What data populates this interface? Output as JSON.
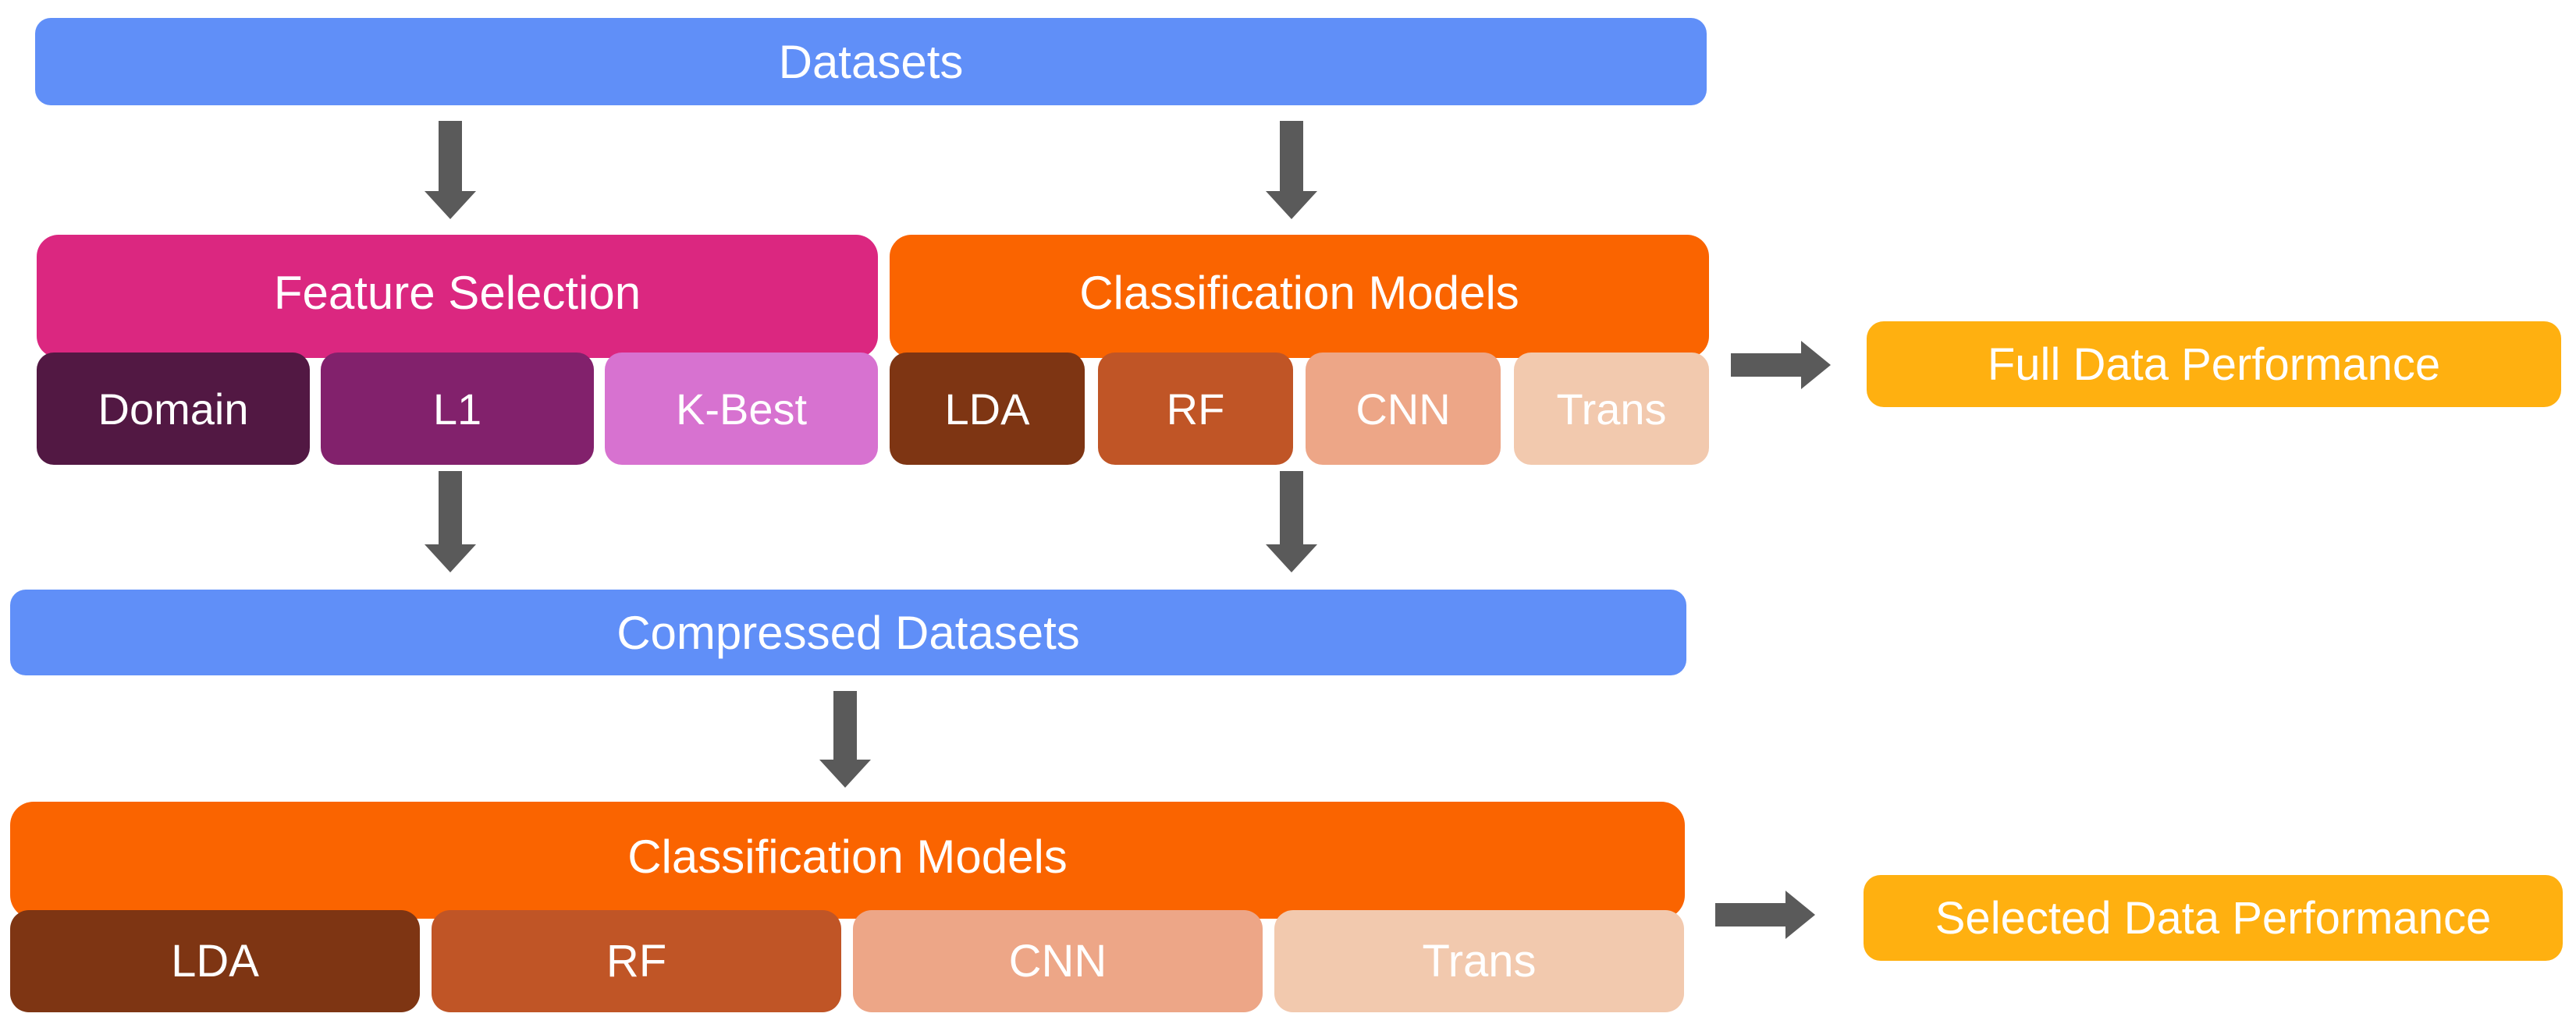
{
  "flow": {
    "datasets": "Datasets",
    "feature_selection": {
      "title": "Feature Selection",
      "methods": [
        "Domain",
        "L1",
        "K-Best"
      ]
    },
    "classification_models": {
      "title": "Classification Models",
      "models": [
        "LDA",
        "RF",
        "CNN",
        "Trans"
      ]
    },
    "full_data_performance": "Full Data Performance",
    "compressed_datasets": "Compressed Datasets",
    "classification_models_compressed": {
      "title": "Classification Models",
      "models": [
        "LDA",
        "RF",
        "CNN",
        "Trans"
      ]
    },
    "selected_data_performance": "Selected Data Performance"
  },
  "colors": {
    "background": "#FFFFFF",
    "text": "#FFFFFF",
    "arrow": "#5A5A5A",
    "datasets_bar": "#608FF8",
    "feature_selection_header": "#DB2780",
    "method_domain": "#521843",
    "method_l1": "#82216C",
    "method_kbest": "#D772D0",
    "classification_header": "#FA6400",
    "model_lda": "#7E3513",
    "model_rf": "#C05526",
    "model_cnn": "#EDA687",
    "model_trans": "#F2C9AE",
    "performance_box": "#FFB010"
  }
}
